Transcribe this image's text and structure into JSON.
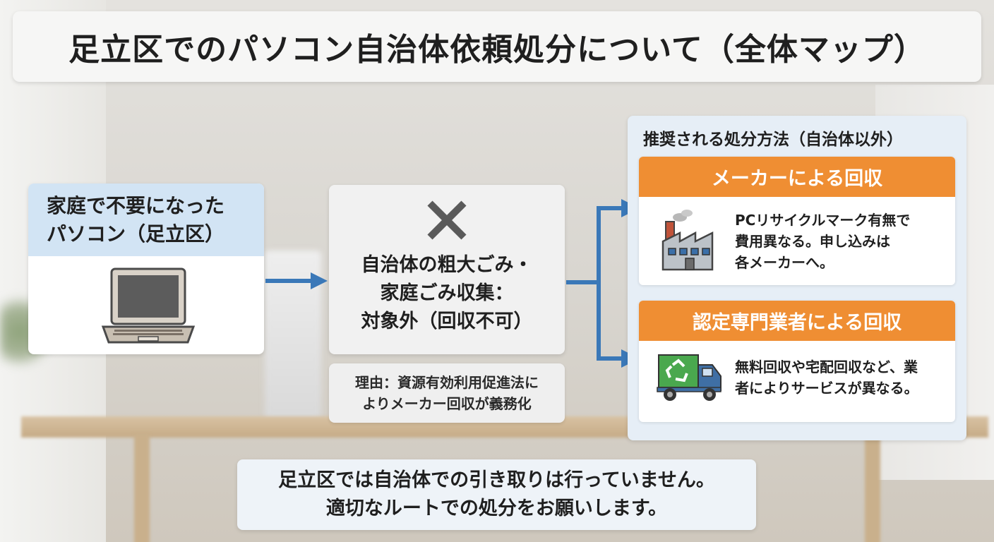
{
  "title": "足立区でのパソコン自治体依頼処分について（全体マップ）",
  "source": {
    "lines": [
      "家庭で不要になった",
      "パソコン（足立区）"
    ],
    "icon": "laptop-icon"
  },
  "not_accepted": {
    "icon": "cross-icon",
    "lines": [
      "自治体の粗大ごみ・",
      "家庭ごみ収集：",
      "対象外（回収不可）"
    ]
  },
  "reason": {
    "lines": [
      "理由：資源有効利用促進法に",
      "よりメーカー回収が義務化"
    ]
  },
  "recommended": {
    "title": "推奨される処分方法（自治体以外）",
    "methods": [
      {
        "heading": "メーカーによる回収",
        "icon": "factory-icon",
        "lines": [
          "PCリサイクルマーク有無で",
          "費用異なる。申し込みは",
          "各メーカーへ。"
        ]
      },
      {
        "heading": "認定専門業者による回収",
        "icon": "recycle-truck-icon",
        "lines": [
          "無料回収や宅配回収など、業",
          "者によりサービスが異なる。"
        ]
      }
    ]
  },
  "footer": {
    "lines": [
      "足立区では自治体での引き取りは行っていません。",
      "適切なルートでの処分をお願いします。"
    ]
  },
  "colors": {
    "accent_orange": "#ef8e33",
    "arrow_blue": "#3a78b8",
    "cross_gray": "#5a5a5a",
    "source_header": "#d2e4f4"
  }
}
